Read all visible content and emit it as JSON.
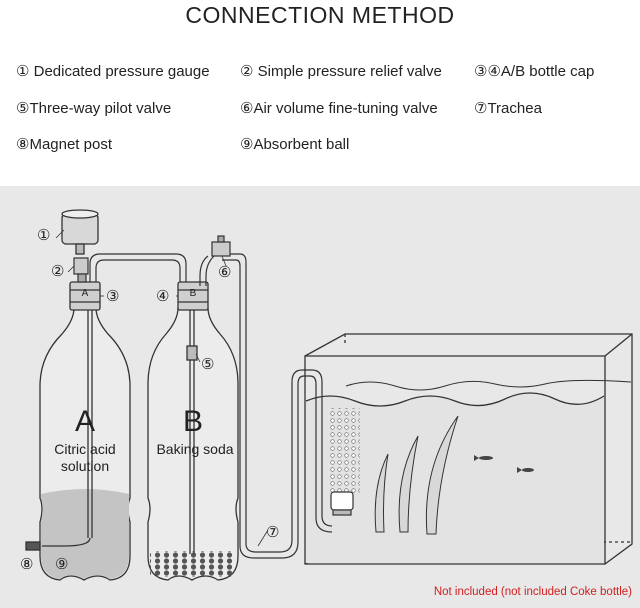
{
  "title": "CONNECTION METHOD",
  "legend": [
    "① Dedicated pressure gauge",
    "② Simple pressure relief valve",
    "③④A/B bottle cap",
    "⑤Three-way pilot valve",
    "⑥Air volume fine-tuning valve",
    "⑦Trachea",
    "⑧Magnet post",
    "⑨Absorbent ball"
  ],
  "bottle_a": {
    "letter": "A",
    "caption_line1": "Citric acid",
    "caption_line2": "solution",
    "cap_letter": "A"
  },
  "bottle_b": {
    "letter": "B",
    "caption_line1": "Baking soda",
    "cap_letter": "B"
  },
  "callouts": [
    "①",
    "②",
    "③",
    "④",
    "⑤",
    "⑥",
    "⑦",
    "⑧",
    "⑨"
  ],
  "note": "Not included (not included Coke bottle)",
  "colors": {
    "panel": "#e8e8e8",
    "note": "#d02020",
    "line": "#333333"
  }
}
